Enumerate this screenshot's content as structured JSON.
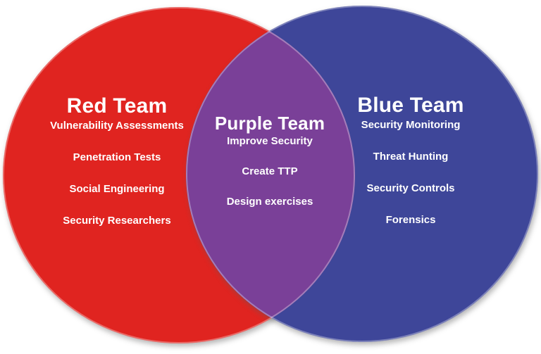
{
  "red_team": {
    "title": "Red Team",
    "color": "#e02420",
    "items": [
      "Vulnerability Assessments",
      "Penetration Tests",
      "Social Engineering",
      "Security Researchers"
    ]
  },
  "purple_team": {
    "title": "Purple Team",
    "color": "#7a4098",
    "items": [
      "Improve Security",
      "Create TTP",
      "Design exercises"
    ]
  },
  "blue_team": {
    "title": "Blue Team",
    "color": "#3e4699",
    "items": [
      "Security Monitoring",
      "Threat Hunting",
      "Security Controls",
      "Forensics"
    ]
  },
  "text_color": "#ffffff",
  "background_color": "#ffffff"
}
